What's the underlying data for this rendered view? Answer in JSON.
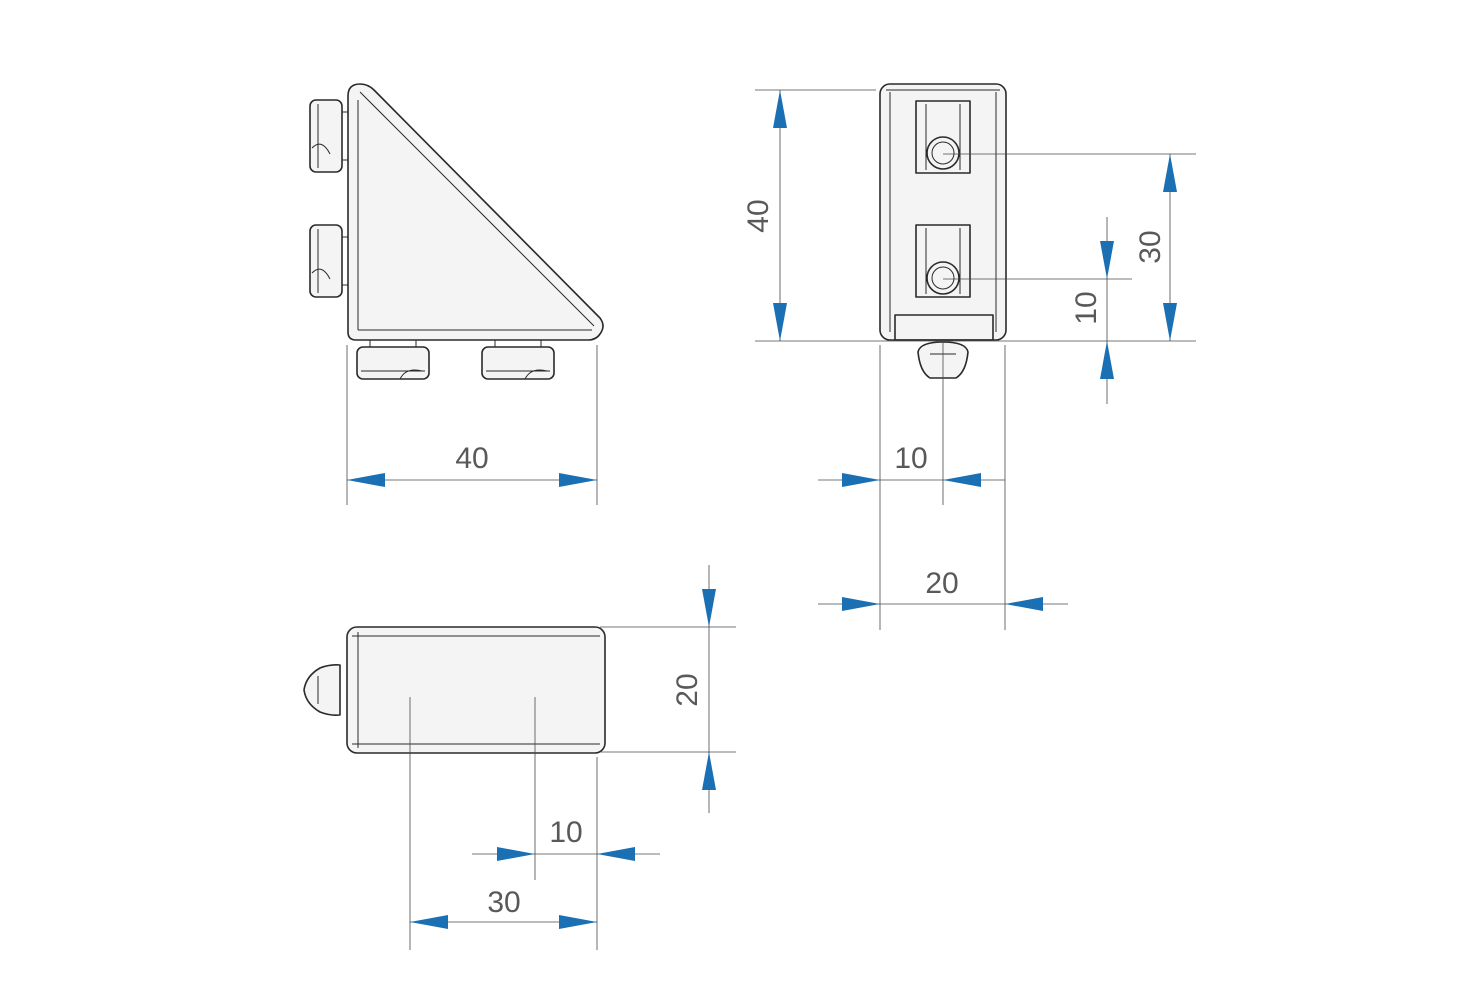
{
  "colors": {
    "background": "#ffffff",
    "outline": "#2a2a2a",
    "dimension_line": "#4a4a4a",
    "arrow": "#1b6fb3",
    "dimension_text": "#595959"
  },
  "views": {
    "side": {
      "width_label": "40"
    },
    "front": {
      "height_label": "40",
      "hole_pitch_label": "30",
      "lower_hole_label": "10",
      "center_label": "10",
      "width_label": "20"
    },
    "top": {
      "depth_label": "20",
      "offset_label": "10",
      "length_label": "30"
    }
  }
}
